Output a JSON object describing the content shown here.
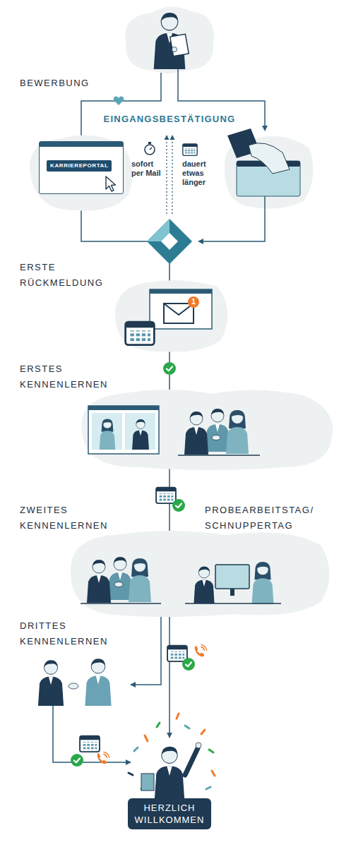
{
  "diagram": {
    "nodes": [
      {
        "text": [
          "BEWERBUNG"
        ]
      },
      {
        "text": [
          "KARRIEREPORTAL"
        ]
      },
      {
        "text": [
          "ERSTE RÜCKMELDUNG"
        ]
      },
      {
        "text": [
          "ERSTES KENNENLERNEN"
        ]
      },
      {
        "text": [
          "ZWEITES KENNENLERNEN",
          "PROBEARBEITSTAG/ SCHNUPPERTAG"
        ]
      },
      {
        "text": [
          "DRITTES KENNENLERNEN"
        ]
      },
      {
        "text": [
          "HERZLICH WILLKOMMEN"
        ]
      }
    ],
    "edges": [
      {
        "from": 0,
        "to": 1,
        "arrow": "to"
      },
      {
        "from": 1,
        "to": 2,
        "arrow": "to"
      },
      {
        "from": 2,
        "to": 3,
        "arrow": "none"
      },
      {
        "from": 3,
        "to": 4,
        "arrow": "none"
      },
      {
        "from": 4,
        "to": 5,
        "arrow": "to"
      },
      {
        "from": 4,
        "to": 6,
        "arrow": "to"
      },
      {
        "from": 5,
        "to": 6,
        "arrow": "to"
      }
    ],
    "labels": [
      "EINGANGSBESTÄTIGUNG",
      "sofort per Mail",
      "dauert etwas länger",
      "1"
    ]
  }
}
